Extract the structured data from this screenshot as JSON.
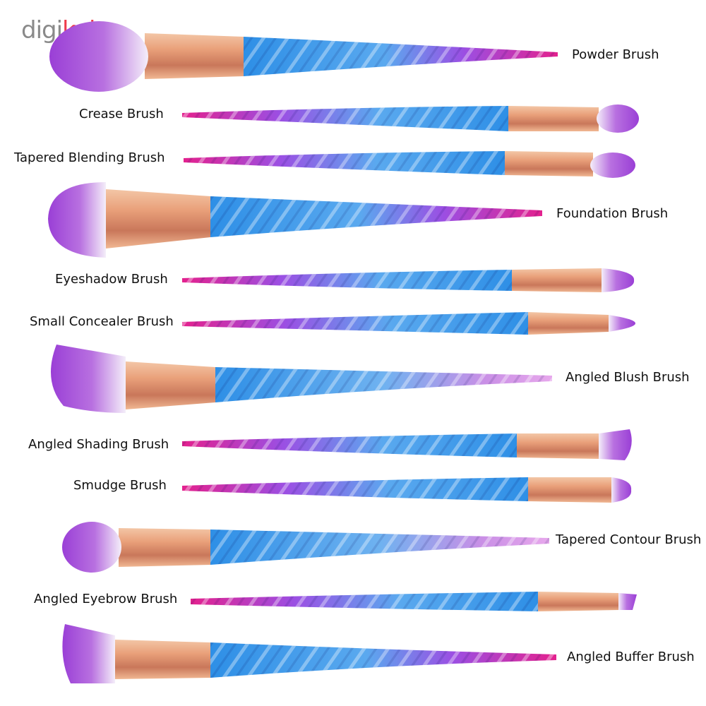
{
  "logo": {
    "part1": "digi",
    "part2": "kala",
    "color_gray": "#8a8a8a",
    "color_red": "#ef3b4b"
  },
  "colors": {
    "background": "#ffffff",
    "handle_blue": "#2f8fe0",
    "handle_purple": "#9b3fe0",
    "handle_magenta": "#e0208f",
    "ferrule_copper": "#e8a07a",
    "bristle_purple": "#a64ad9",
    "bristle_white": "#f3eef8"
  },
  "brushes": [
    {
      "label": "Powder Brush"
    },
    {
      "label": "Crease Brush"
    },
    {
      "label": "Tapered Blending Brush"
    },
    {
      "label": "Foundation Brush"
    },
    {
      "label": "Eyeshadow Brush"
    },
    {
      "label": "Small Concealer Brush"
    },
    {
      "label": "Angled Blush Brush"
    },
    {
      "label": "Angled Shading Brush"
    },
    {
      "label": "Smudge Brush"
    },
    {
      "label": "Tapered Contour Brush"
    },
    {
      "label": "Angled Eyebrow Brush"
    },
    {
      "label": "Angled Buffer Brush"
    }
  ]
}
